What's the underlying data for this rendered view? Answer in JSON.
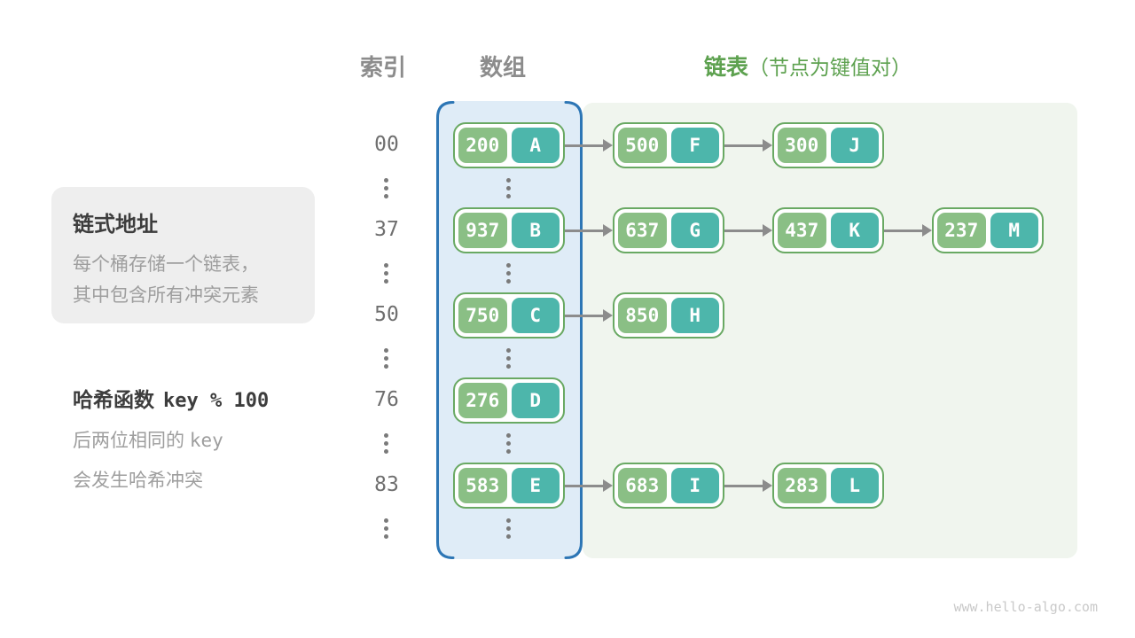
{
  "header": {
    "index_label": "索引",
    "array_label": "数组",
    "list_label": "链表",
    "list_note": "（节点为键值对）"
  },
  "info_box": {
    "title": "链式地址",
    "lines": [
      "每个桶存储一个链表，",
      "其中包含所有冲突元素"
    ]
  },
  "hash_note": {
    "title_text": "哈希函数",
    "title_code": "key % 100",
    "line1_text": "后两位相同的",
    "line1_code": "key",
    "line2_text": "会发生哈希冲突"
  },
  "diagram": {
    "rows": [
      {
        "index": "00",
        "nodes": [
          {
            "key": "200",
            "value": "A"
          },
          {
            "key": "500",
            "value": "F"
          },
          {
            "key": "300",
            "value": "J"
          }
        ]
      },
      {
        "index": "37",
        "nodes": [
          {
            "key": "937",
            "value": "B"
          },
          {
            "key": "637",
            "value": "G"
          },
          {
            "key": "437",
            "value": "K"
          },
          {
            "key": "237",
            "value": "M"
          }
        ]
      },
      {
        "index": "50",
        "nodes": [
          {
            "key": "750",
            "value": "C"
          },
          {
            "key": "850",
            "value": "H"
          }
        ]
      },
      {
        "index": "76",
        "nodes": [
          {
            "key": "276",
            "value": "D"
          }
        ]
      },
      {
        "index": "83",
        "nodes": [
          {
            "key": "583",
            "value": "E"
          },
          {
            "key": "683",
            "value": "I"
          },
          {
            "key": "283",
            "value": "L"
          }
        ]
      }
    ]
  },
  "colors": {
    "key_cell": "#8abf85",
    "value_cell": "#4db6ab",
    "node_border": "#69a963",
    "array_fill": "#dfecf7",
    "array_border": "#2d76b5",
    "list_fill": "#f0f5ee",
    "accent_green_text": "#5da14f",
    "arrow": "#8c8c8c"
  },
  "watermark": "www.hello-algo.com"
}
